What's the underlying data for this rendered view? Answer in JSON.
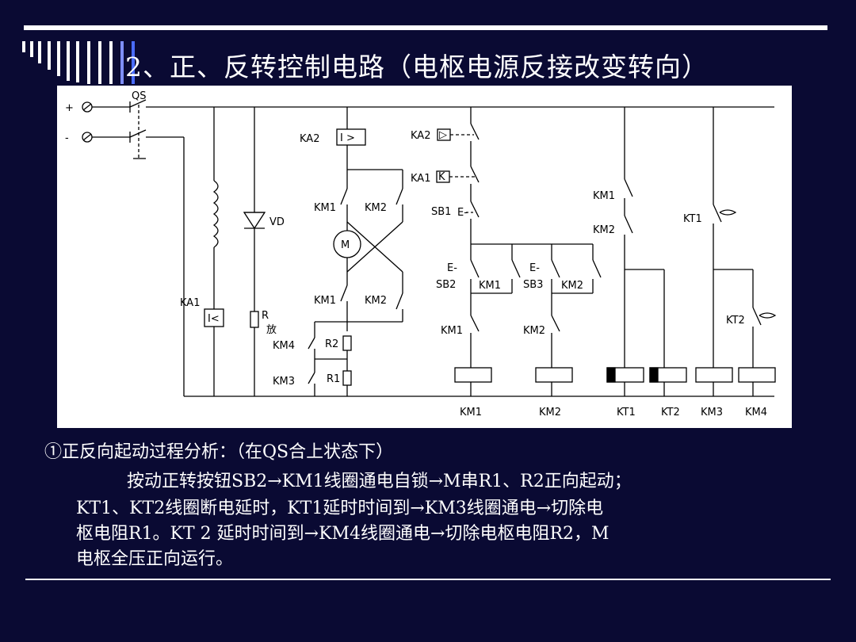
{
  "slide": {
    "title": "2、正、反转控制电路（电枢电源反接改变转向）"
  },
  "diagram": {
    "labels": {
      "qs": "QS",
      "plus": "+",
      "minus": "-",
      "vd": "VD",
      "ka1": "KA1",
      "i_less": "I<",
      "r": "R",
      "fang": "放",
      "ka2": "KA2",
      "i_greater": "I >",
      "ka2_contact": "KA2",
      "ka1_contact": "KA1",
      "sb1": "SB1",
      "km1_top": "KM1",
      "km2_top": "KM2",
      "motor": "M",
      "km1_bottom": "KM1",
      "km2_bottom": "KM2",
      "km4": "KM4",
      "r2": "R2",
      "km3": "KM3",
      "r1": "R1",
      "sb2": "SB2",
      "km1_hold": "KM1",
      "sb3": "SB3",
      "km2_hold": "KM2",
      "km1_inter": "KM1",
      "km2_inter": "KM2",
      "km1_r": "KM1",
      "km2_r": "KM2",
      "kt1": "KT1",
      "kt2": "KT2",
      "coil_km1": "KM1",
      "coil_km2": "KM2",
      "coil_kt1": "KT1",
      "coil_kt2": "KT2",
      "coil_km3": "KM3",
      "coil_km4": "KM4"
    }
  },
  "analysis": {
    "heading": "①正反向起动过程分析：（在QS合上状态下）",
    "line1": "按动正转按钮SB2→KM1线圈通电自锁→M串R1、R2正向起动；",
    "line2": "KT1、KT2线圈断电延时，KT1延时时间到→KM3线圈通电→切除电",
    "line3": "枢电阻R1。KT 2 延时时间到→KM4线圈通电→切除电枢电阻R2，M",
    "line4": "电枢全压正向运行。"
  }
}
